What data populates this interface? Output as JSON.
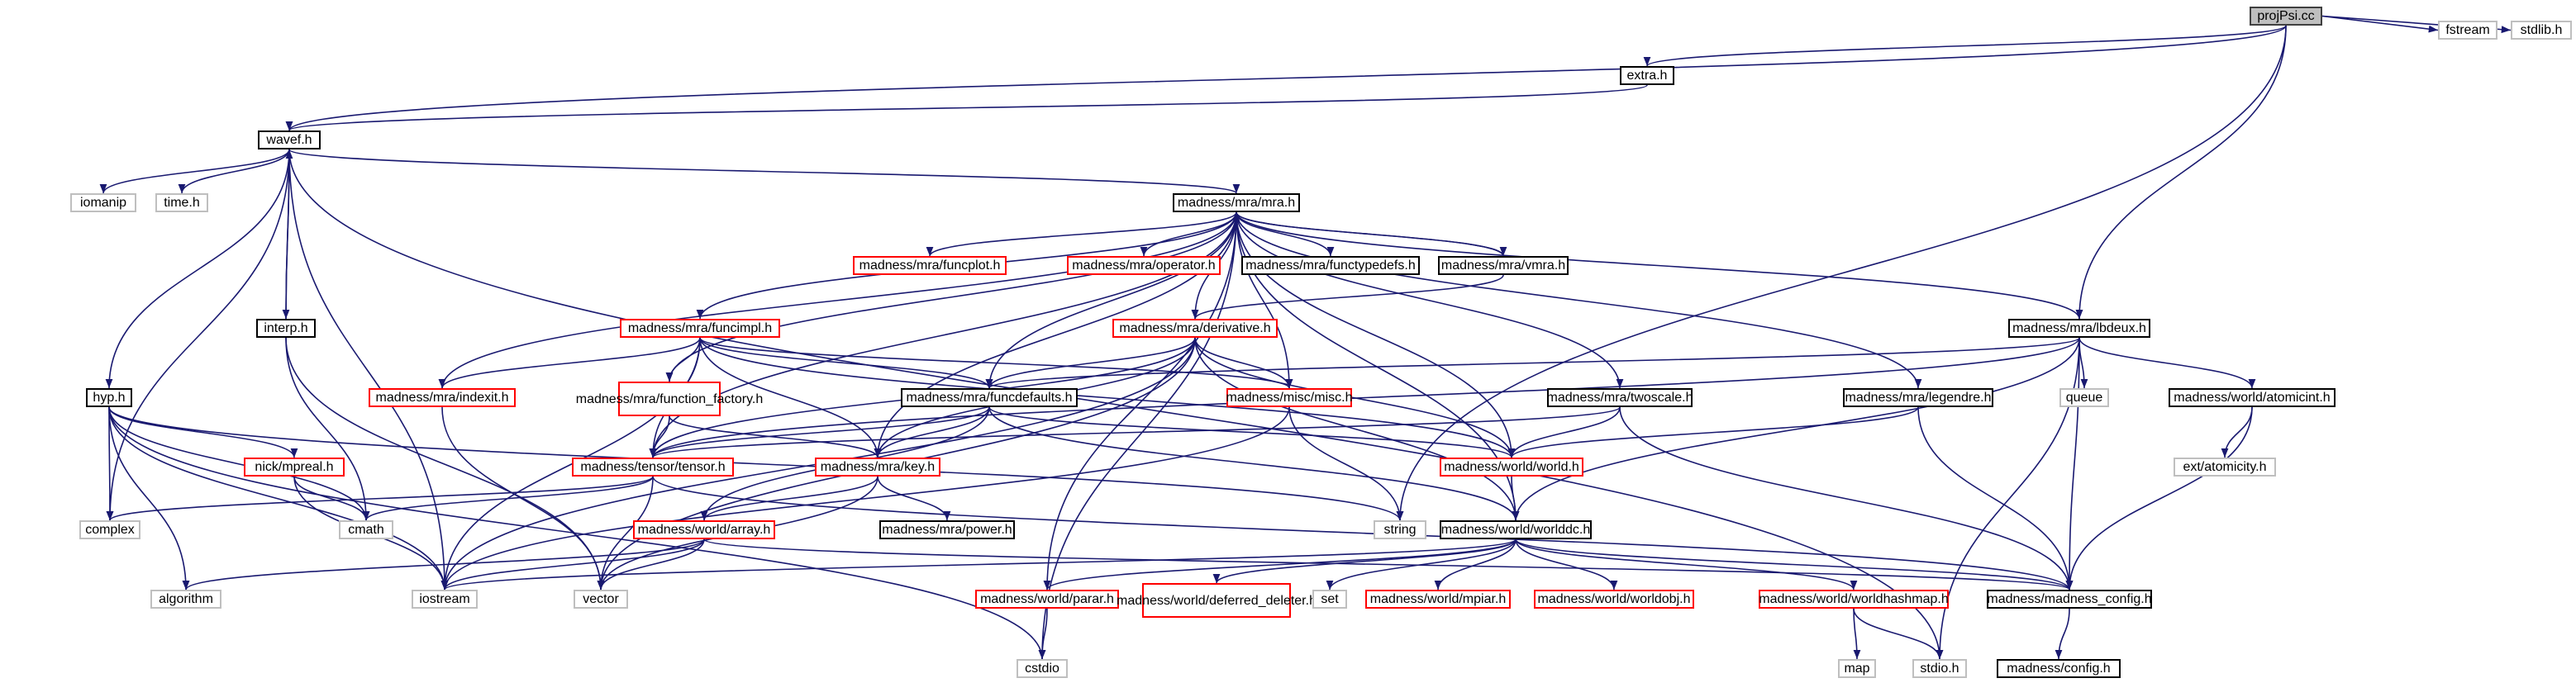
{
  "graph": {
    "root": "projPsi.cc",
    "colors": {
      "edge": "#191970",
      "doc_border": "#000000",
      "missing_border": "#ff0000",
      "system_border": "#bfbfbf",
      "root_fill": "#bfbfbf"
    },
    "nodes": {
      "projPsi": "projPsi.cc",
      "extra": "extra.h",
      "fstream": "fstream",
      "stdlib": "stdlib.h",
      "wavef": "wavef.h",
      "iomanip": "iomanip",
      "time": "time.h",
      "mra": "madness/mra/mra.h",
      "funcplot": "madness/mra/funcplot.h",
      "operator": "madness/mra/operator.h",
      "functypedefs": "madness/mra/functypedefs.h",
      "vmra": "madness/mra/vmra.h",
      "lbdeux": "madness/mra/lbdeux.h",
      "interp": "interp.h",
      "funcimpl": "madness/mra/funcimpl.h",
      "derivative": "madness/mra/derivative.h",
      "hyp": "hyp.h",
      "indexit": "madness/mra/indexit.h",
      "function_factory": "madness/mra/function_factory.h",
      "funcdefaults": "madness/mra/funcdefaults.h",
      "misc": "madness/misc/misc.h",
      "twoscale": "madness/mra/twoscale.h",
      "legendre": "madness/mra/legendre.h",
      "queue": "queue",
      "atomicint": "madness/world/atomicint.h",
      "mpreal": "nick/mpreal.h",
      "tensor": "madness/tensor/tensor.h",
      "key": "madness/mra/key.h",
      "world": "madness/world/world.h",
      "atomicity": "ext/atomicity.h",
      "complex": "complex",
      "cmath": "cmath",
      "string": "string",
      "power": "madness/mra/power.h",
      "worlddc": "madness/world/worlddc.h",
      "array": "madness/world/array.h",
      "algorithm": "algorithm",
      "iostream": "iostream",
      "vector": "vector",
      "parar": "madness/world/parar.h",
      "deferred_deleter": "madness/world/deferred_deleter.h",
      "set": "set",
      "mpiar": "madness/world/mpiar.h",
      "worldobj": "madness/world/worldobj.h",
      "worldhashmap": "madness/world/worldhashmap.h",
      "madness_config": "madness/madness_config.h",
      "cstdio": "cstdio",
      "map": "map",
      "stdio": "stdio.h",
      "config": "madness/config.h"
    }
  }
}
